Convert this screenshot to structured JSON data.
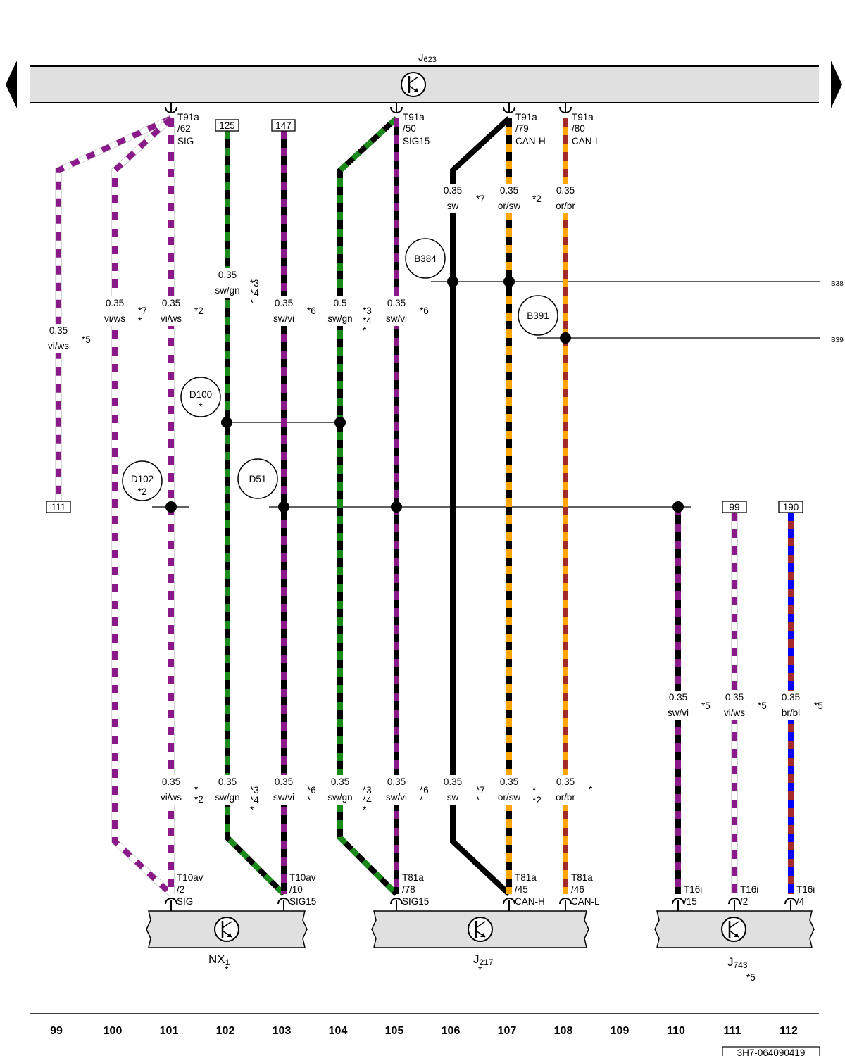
{
  "components": {
    "top": {
      "name": "J",
      "sub": "623"
    },
    "nx1": {
      "name": "NX",
      "sub": "1",
      "note": "*"
    },
    "j217": {
      "name": "J",
      "sub": "217",
      "note": "*"
    },
    "j743": {
      "name": "J",
      "sub": "743",
      "note": "*5"
    }
  },
  "colors": {
    "vi": "#8a1a8a",
    "ws": "#ffffff",
    "sw": "#000000",
    "gn": "#1a8a1a",
    "or": "#ffa500",
    "br": "#a52a2a",
    "bl": "#0000ff",
    "housing": "#e0e0e0"
  },
  "top_pins": [
    {
      "id": "p101",
      "l1": "T91a",
      "l2": "/62",
      "l3": "SIG"
    },
    {
      "id": "p105",
      "l1": "T91a",
      "l2": "/50",
      "l3": "SIG15"
    },
    {
      "id": "p107",
      "l1": "T91a",
      "l2": "/79",
      "l3": "CAN-H"
    },
    {
      "id": "p108",
      "l1": "T91a",
      "l2": "/80",
      "l3": "CAN-L"
    }
  ],
  "bottom_pins": [
    {
      "id": "b101",
      "l1": "T10av",
      "l2": "/2",
      "l3": "SIG"
    },
    {
      "id": "b103",
      "l1": "T10av",
      "l2": "/10",
      "l3": "SIG15"
    },
    {
      "id": "b105",
      "l1": "T81a",
      "l2": "/78",
      "l3": "SIG15"
    },
    {
      "id": "b107",
      "l1": "T81a",
      "l2": "/45",
      "l3": "CAN-H"
    },
    {
      "id": "b108",
      "l1": "T81a",
      "l2": "/46",
      "l3": "CAN-L"
    },
    {
      "id": "b110",
      "l1": "T16i",
      "l2": "/15"
    },
    {
      "id": "b111",
      "l1": "T16i",
      "l2": "/2"
    },
    {
      "id": "b112",
      "l1": "T16i",
      "l2": "/4"
    }
  ],
  "refs": [
    {
      "id": "r125",
      "value": "125"
    },
    {
      "id": "r147",
      "value": "147"
    },
    {
      "id": "r111",
      "value": "111"
    },
    {
      "id": "r99",
      "value": "99"
    },
    {
      "id": "r190",
      "value": "190"
    }
  ],
  "nodes": [
    {
      "id": "B384",
      "label": "B384",
      "sub": ""
    },
    {
      "id": "B391",
      "label": "B391",
      "sub": ""
    },
    {
      "id": "D100",
      "label": "D100",
      "sub": "*"
    },
    {
      "id": "D102",
      "label": "D102",
      "sub": "*2"
    },
    {
      "id": "D51",
      "label": "D51",
      "sub": ""
    }
  ],
  "offpage": [
    {
      "id": "o1",
      "value": "B38"
    },
    {
      "id": "o2",
      "value": "B39"
    }
  ],
  "wire_labels": [
    {
      "id": "w1",
      "size": "0.35",
      "color": "vi/ws",
      "notes": [
        "*5"
      ]
    },
    {
      "id": "w2",
      "size": "0.35",
      "color": "vi/ws",
      "notes": [
        "*7",
        "*"
      ]
    },
    {
      "id": "w3",
      "size": "0.35",
      "color": "vi/ws",
      "notes": [
        "*2"
      ]
    },
    {
      "id": "w4",
      "size": "0.35",
      "color": "sw/gn",
      "notes": [
        "*3",
        "*4",
        "*"
      ]
    },
    {
      "id": "w5",
      "size": "0.35",
      "color": "sw/vi",
      "notes": [
        "*6"
      ]
    },
    {
      "id": "w6",
      "size": "0.5",
      "color": "sw/gn",
      "notes": [
        "*3",
        "*4",
        "*"
      ]
    },
    {
      "id": "w7",
      "size": "0.35",
      "color": "sw/vi",
      "notes": [
        "*6"
      ]
    },
    {
      "id": "w8",
      "size": "0.35",
      "color": "sw",
      "notes": [
        "*7"
      ]
    },
    {
      "id": "w9",
      "size": "0.35",
      "color": "or/sw",
      "notes": [
        "*2"
      ]
    },
    {
      "id": "w10",
      "size": "0.35",
      "color": "or/br",
      "notes": []
    },
    {
      "id": "w11",
      "size": "0.35",
      "color": "sw/vi",
      "notes": [
        "*5"
      ]
    },
    {
      "id": "w12",
      "size": "0.35",
      "color": "vi/ws",
      "notes": [
        "*5"
      ]
    },
    {
      "id": "w13",
      "size": "0.35",
      "color": "br/bl",
      "notes": [
        "*5"
      ]
    },
    {
      "id": "w14",
      "size": "0.35",
      "color": "vi/ws",
      "notes": [
        "*",
        "*2"
      ]
    },
    {
      "id": "w15",
      "size": "0.35",
      "color": "sw/gn",
      "notes": [
        "*3",
        "*4",
        "*"
      ]
    },
    {
      "id": "w16",
      "size": "0.35",
      "color": "sw/vi",
      "notes": [
        "*6",
        "*"
      ]
    },
    {
      "id": "w17",
      "size": "0.35",
      "color": "sw/gn",
      "notes": [
        "*3",
        "*4",
        "*"
      ]
    },
    {
      "id": "w18",
      "size": "0.35",
      "color": "sw/vi",
      "notes": [
        "*6",
        "*"
      ]
    },
    {
      "id": "w19",
      "size": "0.35",
      "color": "sw",
      "notes": [
        "*7",
        "*"
      ]
    },
    {
      "id": "w20",
      "size": "0.35",
      "color": "or/sw",
      "notes": [
        "*",
        "*2"
      ]
    },
    {
      "id": "w21",
      "size": "0.35",
      "color": "or/br",
      "notes": [
        "*"
      ]
    }
  ],
  "column_numbers": [
    "99",
    "100",
    "101",
    "102",
    "103",
    "104",
    "105",
    "106",
    "107",
    "108",
    "109",
    "110",
    "111",
    "112"
  ],
  "doc_code": "3H7-064090419"
}
